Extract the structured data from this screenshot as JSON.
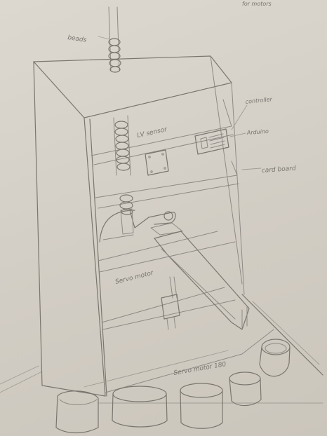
{
  "labels": {
    "corner_note": "for motors",
    "beads": "beads",
    "lv_sensor": "LV sensor",
    "controller": "controller",
    "arduino": "Arduino",
    "card_board": "card board",
    "servo_motor_top": "Servo motor",
    "servo_motor_bottom": "Servo motor 180"
  }
}
